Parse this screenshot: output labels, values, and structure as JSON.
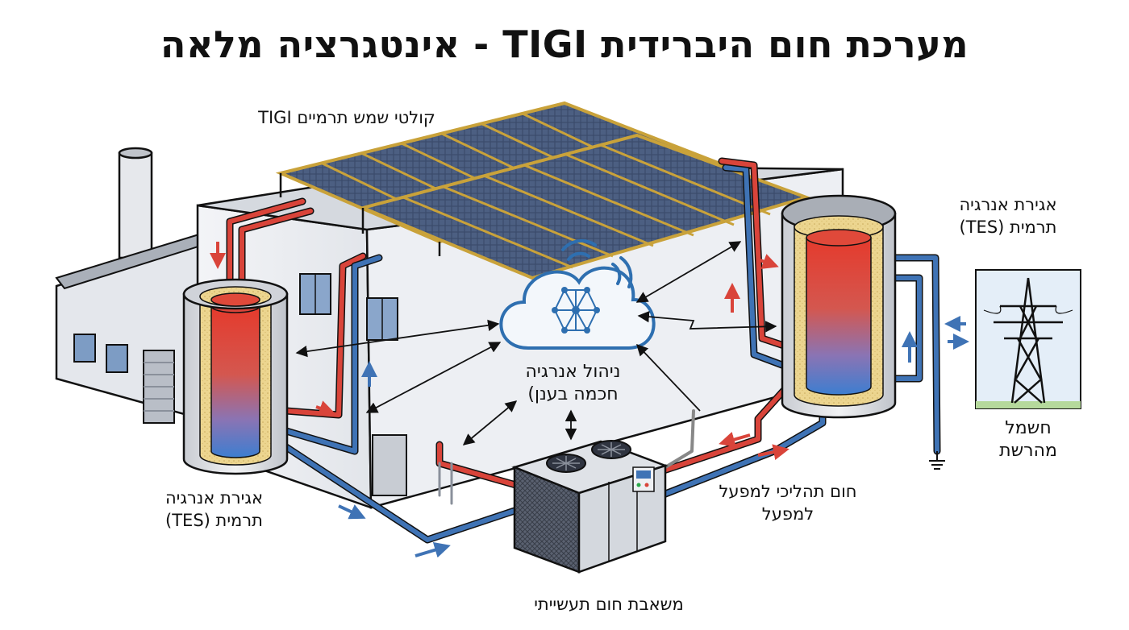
{
  "title": "מערכת חום היברידית TIGI - אינטגרציה מלאה",
  "labels": {
    "solar_collectors": "קולטי שמש תרמיים TIGI",
    "tes_right_line1": "אגירת אנרגיה",
    "tes_right_line2": "תרמית (TES)",
    "tes_left_line1": "אגירת אנרגיה",
    "tes_left_line2": "תרמית (TES)",
    "ems_line1": "ניהול אנרגיה",
    "ems_line2": "חכמה בענן)",
    "grid_line1": "חשמל",
    "grid_line2": "מהרשת",
    "process_line1": "חום תהליכי למפעל",
    "process_line2": "למפעל",
    "heat_pump": "משאבת חום תעשייתי"
  },
  "colors": {
    "hot_pipe": "#d9443a",
    "cold_pipe": "#3f73b5",
    "panel": "#2f3f5c",
    "panel_frame": "#c9a23a",
    "building": "#eef0f4",
    "cloud_stroke": "#2e6fb0",
    "insulation": "#e8cf86"
  },
  "icons": [
    "cloud-network-icon",
    "wifi-icon",
    "transmission-tower-icon",
    "ground-icon",
    "fan-icon"
  ]
}
